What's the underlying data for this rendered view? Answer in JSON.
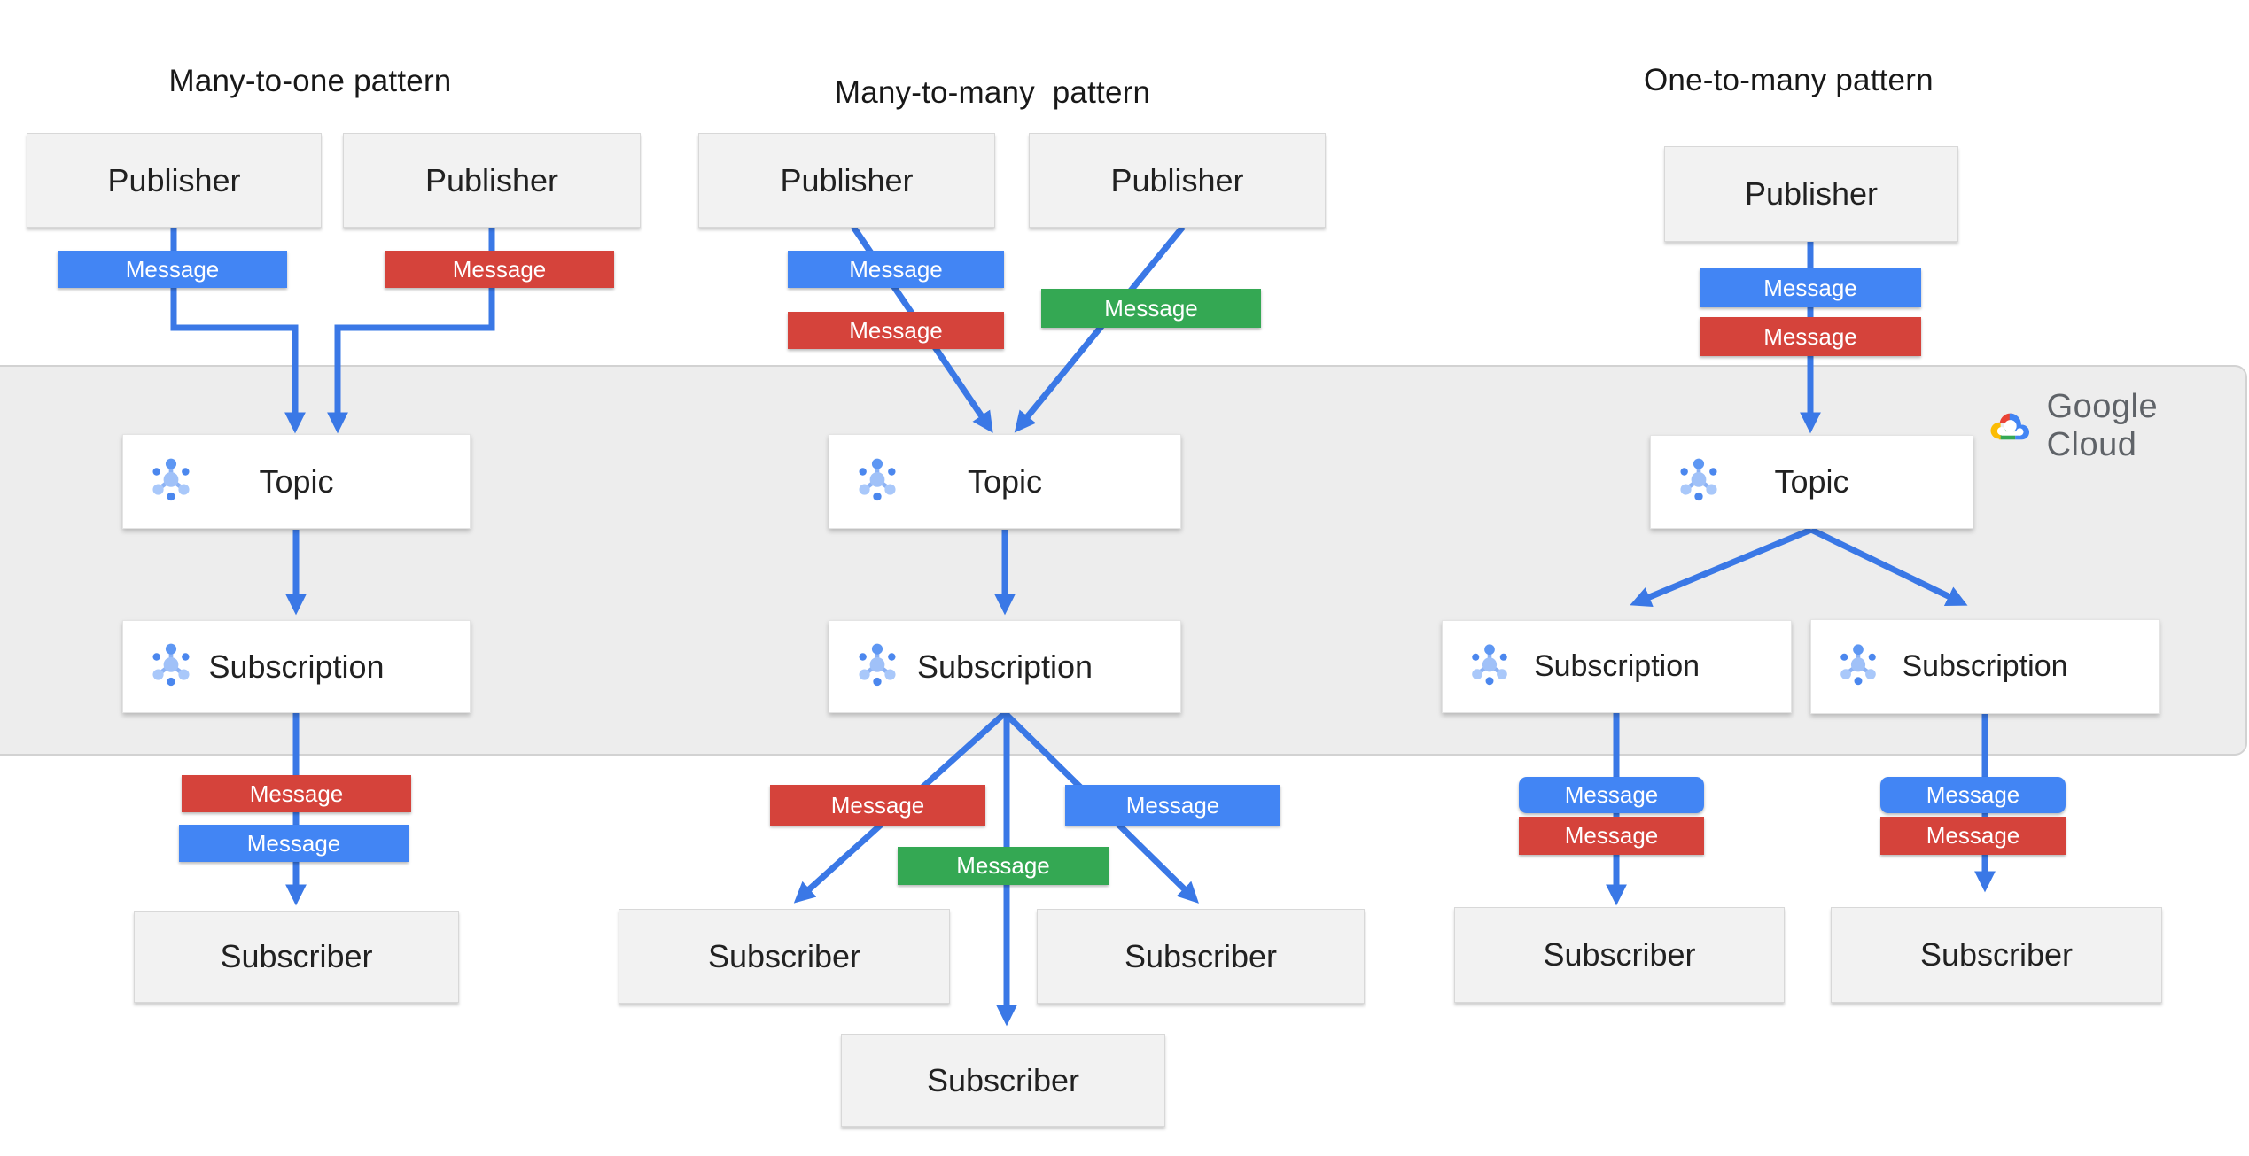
{
  "brand": {
    "logo_text": "Google Cloud"
  },
  "colors": {
    "blue": "#4285f4",
    "red": "#d5433b",
    "green": "#34a853",
    "line": "#3a78e6",
    "band_bg": "#ededed",
    "logo_red": "#ea4335",
    "logo_yellow": "#fbbc05",
    "logo_green": "#34a853",
    "logo_blue": "#4285f4",
    "logo_text_gray": "#5f6368"
  },
  "patterns": [
    {
      "id": "many-to-one",
      "title": "Many-to-one pattern",
      "publishers": [
        {
          "label": "Publisher"
        },
        {
          "label": "Publisher"
        }
      ],
      "pub_messages": [
        {
          "label": "Message",
          "color": "blue",
          "color_hex": "#4285f4"
        },
        {
          "label": "Message",
          "color": "red",
          "color_hex": "#d5433b"
        }
      ],
      "topic": {
        "label": "Topic"
      },
      "subscriptions": [
        {
          "label": "Subscription"
        }
      ],
      "sub_messages": [
        {
          "label": "Message",
          "color": "red",
          "color_hex": "#d5433b"
        },
        {
          "label": "Message",
          "color": "blue",
          "color_hex": "#4285f4"
        }
      ],
      "subscribers": [
        {
          "label": "Subscriber"
        }
      ]
    },
    {
      "id": "many-to-many",
      "title": "Many-to-many  pattern",
      "publishers": [
        {
          "label": "Publisher"
        },
        {
          "label": "Publisher"
        }
      ],
      "pub_messages": [
        {
          "label": "Message",
          "color": "blue",
          "color_hex": "#4285f4"
        },
        {
          "label": "Message",
          "color": "red",
          "color_hex": "#d5433b"
        },
        {
          "label": "Message",
          "color": "green",
          "color_hex": "#34a853"
        }
      ],
      "topic": {
        "label": "Topic"
      },
      "subscriptions": [
        {
          "label": "Subscription"
        }
      ],
      "sub_messages": [
        {
          "label": "Message",
          "color": "red",
          "color_hex": "#d5433b"
        },
        {
          "label": "Message",
          "color": "blue",
          "color_hex": "#4285f4"
        },
        {
          "label": "Message",
          "color": "green",
          "color_hex": "#34a853"
        }
      ],
      "subscribers": [
        {
          "label": "Subscriber"
        },
        {
          "label": "Subscriber"
        },
        {
          "label": "Subscriber"
        }
      ]
    },
    {
      "id": "one-to-many",
      "title": "One-to-many pattern",
      "publishers": [
        {
          "label": "Publisher"
        }
      ],
      "pub_messages": [
        {
          "label": "Message",
          "color": "blue",
          "color_hex": "#4285f4"
        },
        {
          "label": "Message",
          "color": "red",
          "color_hex": "#d5433b"
        }
      ],
      "topic": {
        "label": "Topic"
      },
      "subscriptions": [
        {
          "label": "Subscription"
        },
        {
          "label": "Subscription"
        }
      ],
      "sub_messages": [
        {
          "label": "Message",
          "color": "blue",
          "color_hex": "#4285f4"
        },
        {
          "label": "Message",
          "color": "red",
          "color_hex": "#d5433b"
        },
        {
          "label": "Message",
          "color": "blue",
          "color_hex": "#4285f4"
        },
        {
          "label": "Message",
          "color": "red",
          "color_hex": "#d5433b"
        }
      ],
      "subscribers": [
        {
          "label": "Subscriber"
        },
        {
          "label": "Subscriber"
        }
      ]
    }
  ]
}
